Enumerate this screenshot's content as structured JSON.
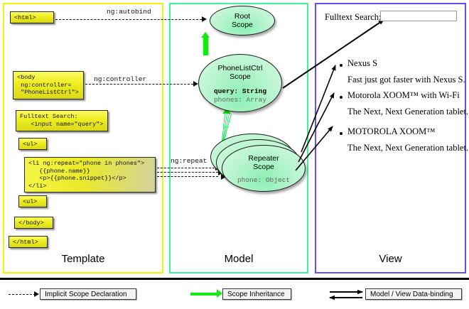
{
  "panels": [
    {
      "key": "template",
      "title": "Template",
      "border": "#f2f20c"
    },
    {
      "key": "model",
      "title": "Model",
      "border": "#3df29a"
    },
    {
      "key": "view",
      "title": "View",
      "border": "#6a4df0"
    }
  ],
  "template": {
    "boxes": [
      {
        "id": "html-open",
        "text": "<html>"
      },
      {
        "id": "body-open",
        "text": "<body\n ng:controller=\n \"PhoneListCtrl\">"
      },
      {
        "id": "fulltext-search",
        "text": "Fulltext Search:\n   <input name=\"query\">"
      },
      {
        "id": "ul-open",
        "text": "<ul>"
      },
      {
        "id": "li-repeat",
        "text": "<li ng:repeat=\"phone in phones\">\n   {{phone.name}}\n   <p>{{phone.snippet}}</p>\n</li>"
      },
      {
        "id": "ul-close",
        "text": "<ul>"
      },
      {
        "id": "body-close",
        "text": "</body>"
      },
      {
        "id": "html-close",
        "text": "</html>"
      }
    ],
    "connector_labels": [
      {
        "id": "ng-autobind",
        "text": "ng:autobind"
      },
      {
        "id": "ng-controller",
        "text": "ng:controller"
      },
      {
        "id": "ng-repeat",
        "text": "ng:repeat"
      }
    ]
  },
  "model": {
    "scopes": [
      {
        "id": "root-scope",
        "title": "Root\nScope",
        "line1": "",
        "line2": ""
      },
      {
        "id": "phonelistctrl-scope",
        "title": "PhoneListCtrl\nScope",
        "line1": "query: String",
        "line2": "phones: Array"
      },
      {
        "id": "repeater-scope",
        "title": "Repeater\nScope",
        "line1": "phone: Object",
        "line2": ""
      }
    ],
    "root_title_l1": "Root",
    "root_title_l2": "Scope",
    "ctrl_title_l1": "PhoneListCtrl",
    "ctrl_title_l2": "Scope",
    "ctrl_prop_bold": "query: String",
    "ctrl_prop_gray": "phones: Array",
    "rep_title_l1": "Repeater",
    "rep_title_l2": "Scope",
    "rep_prop": "phone: Object"
  },
  "view": {
    "search_label": "Fulltext Search:",
    "search_value": "",
    "search_placeholder": "",
    "items": [
      {
        "name": "Nexus S",
        "snippet": "Fast just got faster with Nexus S."
      },
      {
        "name": "Motorola XOOM™  with Wi-Fi",
        "snippet": "The Next, Next Generation tablet."
      },
      {
        "name": "MOTOROLA XOOM™",
        "snippet": "The Next, Next Generation tablet."
      }
    ]
  },
  "legend": [
    {
      "id": "implicit-scope-declaration",
      "label": "Implicit Scope Declaration",
      "style": "dashed",
      "color": "#111111"
    },
    {
      "id": "scope-inheritance",
      "label": "Scope Inheritance",
      "style": "solid",
      "color": "#12ea12"
    },
    {
      "id": "model-view-data-binding",
      "label": "Model / View Data-binding",
      "style": "double",
      "color": "#111111"
    }
  ]
}
